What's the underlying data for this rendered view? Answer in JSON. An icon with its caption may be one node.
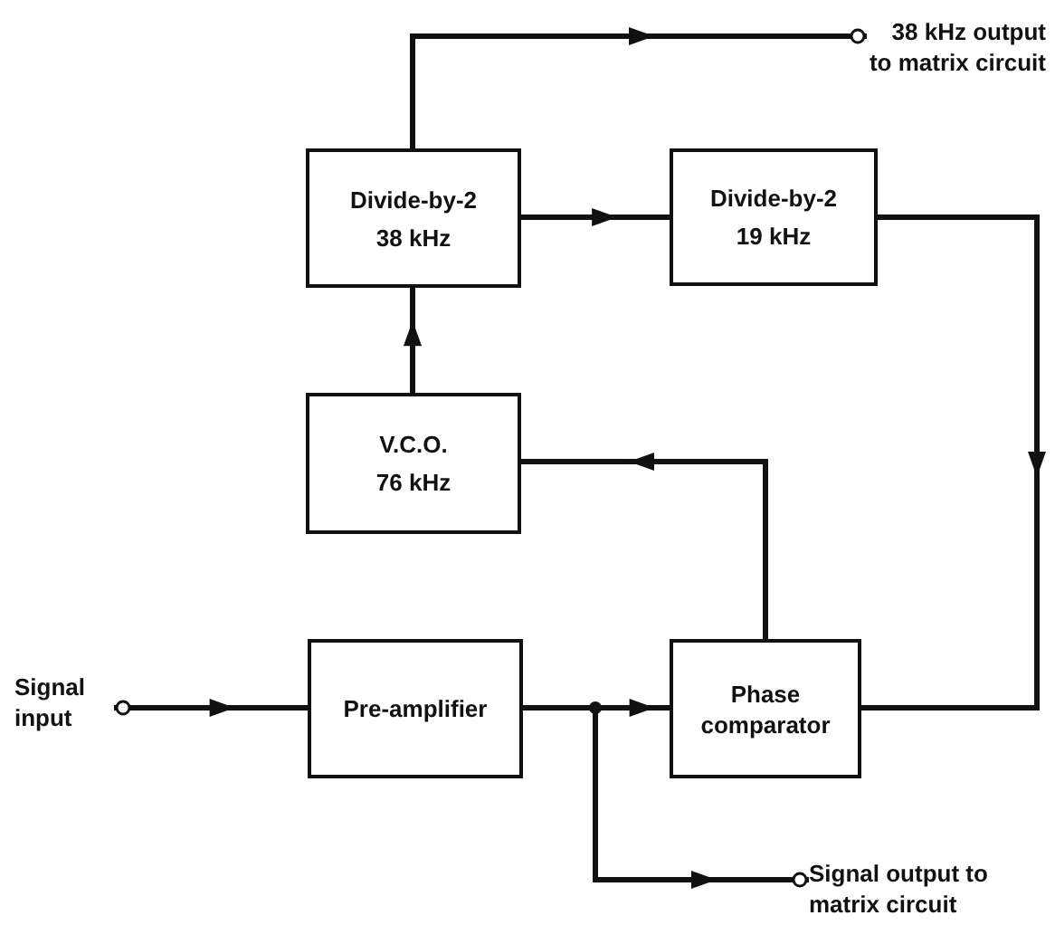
{
  "diagram": {
    "nodes": [
      {
        "text": [
          "38 kHz output to matrix circuit"
        ]
      },
      {
        "text": [
          "Divide-by-2",
          "38 kHz"
        ]
      },
      {
        "text": [
          "Divide-by-2",
          "19 kHz"
        ]
      },
      {
        "text": [
          "V.C.O.",
          "76 kHz"
        ]
      },
      {
        "text": [
          "Signal input"
        ]
      },
      {
        "text": [
          "Pre-amplifier"
        ]
      },
      {
        "text": [
          "Phase comparator"
        ]
      },
      {
        "text": [
          "Signal output to matrix circuit"
        ]
      }
    ],
    "edges": [
      {
        "from": 4,
        "to": 5,
        "arrow": "to"
      },
      {
        "from": 5,
        "to": 6,
        "arrow": "to"
      },
      {
        "from": 5,
        "to": 7,
        "arrow": "to"
      },
      {
        "from": 6,
        "to": 3,
        "arrow": "to"
      },
      {
        "from": 3,
        "to": 1,
        "arrow": "to"
      },
      {
        "from": 1,
        "to": 2,
        "arrow": "to"
      },
      {
        "from": 1,
        "to": 0,
        "arrow": "to"
      },
      {
        "from": 2,
        "to": 6,
        "arrow": "to"
      }
    ]
  }
}
